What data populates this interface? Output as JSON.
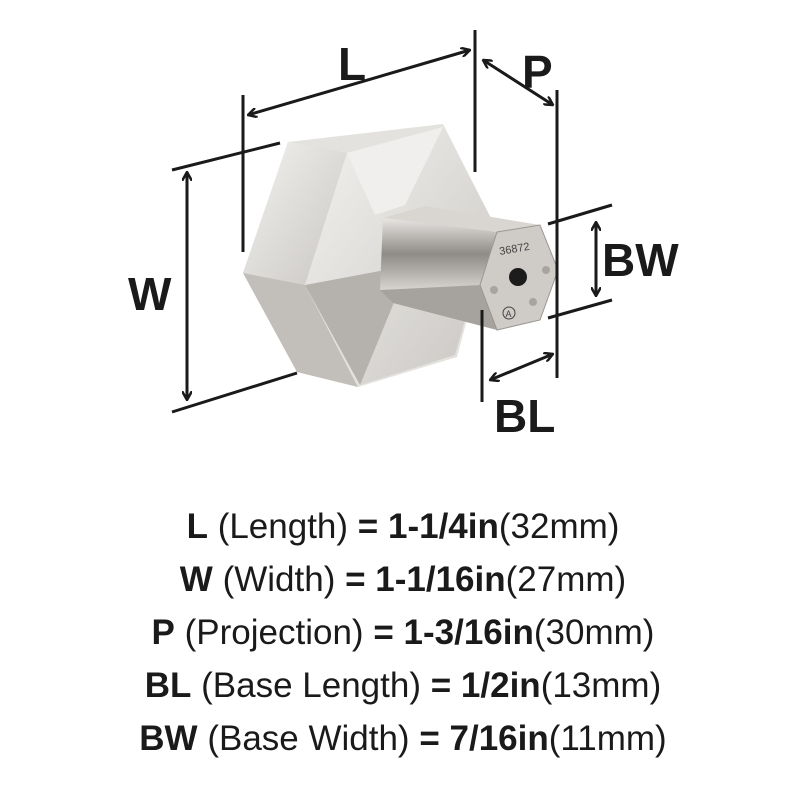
{
  "labels": {
    "L": "L",
    "P": "P",
    "W": "W",
    "BW": "BW",
    "BL": "BL"
  },
  "part_markings": {
    "number": "36872",
    "letter": "A"
  },
  "specs": [
    {
      "code": "L",
      "name": "(Length)",
      "eq": "=",
      "imperial": "1-1/4in",
      "metric": "(32mm)"
    },
    {
      "code": "W",
      "name": "(Width)",
      "eq": "=",
      "imperial": "1-1/16in",
      "metric": "(27mm)"
    },
    {
      "code": "P",
      "name": "(Projection)",
      "eq": "=",
      "imperial": "1-3/16in",
      "metric": "(30mm)"
    },
    {
      "code": "BL",
      "name": "(Base Length)",
      "eq": "=",
      "imperial": "1/2in",
      "metric": "(13mm)"
    },
    {
      "code": "BW",
      "name": "(Base Width)",
      "eq": "=",
      "imperial": "7/16in",
      "metric": "(11mm)"
    }
  ]
}
